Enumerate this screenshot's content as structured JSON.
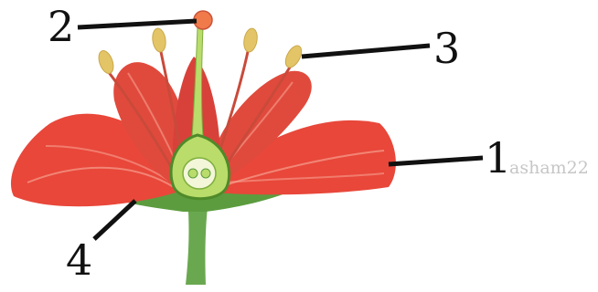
{
  "diagram": {
    "labels": [
      {
        "id": "1",
        "text": "1"
      },
      {
        "id": "2",
        "text": "2"
      },
      {
        "id": "3",
        "text": "3"
      },
      {
        "id": "4",
        "text": "4"
      }
    ],
    "watermark": "asham22",
    "colors": {
      "petal": "#e8473a",
      "petal_light": "#f06a55",
      "petal_vein": "#f7a08f",
      "sepal": "#5c9c3f",
      "stalk": "#6aa84f",
      "pistil": "#b9dc6a",
      "stigma": "#f07a4a",
      "anther": "#e3c567",
      "line": "#111111"
    }
  }
}
